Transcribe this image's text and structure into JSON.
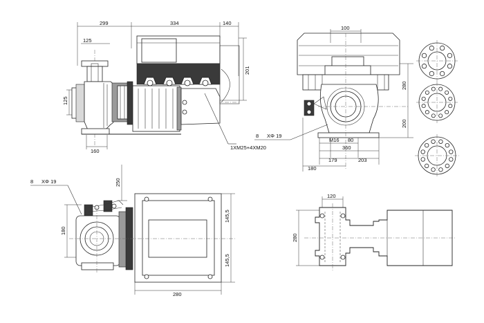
{
  "dimensions": {
    "d299": "299",
    "d334": "334",
    "d140": "140",
    "d125_top": "125",
    "d201": "201",
    "d125_side": "125",
    "d160": "160",
    "d100": "100",
    "d280_side": "280",
    "d200": "200",
    "d16": "M16",
    "d80": "80",
    "d360": "360",
    "d179": "179",
    "d203": "203",
    "d180": "180",
    "d250": "250",
    "d180_plan": "180",
    "d145_top": "145,5",
    "d145_bot": "145,5",
    "d280_plan": "280",
    "d120": "120",
    "d280_foot": "280"
  },
  "annotations": {
    "cable_entry": "1XM25+4XM20",
    "callout_front_num": "8",
    "callout_front_text": "XΦ 19",
    "callout_plan_num": "8",
    "callout_plan_text": "XΦ 19"
  },
  "flanges": {
    "bolt_counts": [
      8,
      12,
      12
    ]
  }
}
